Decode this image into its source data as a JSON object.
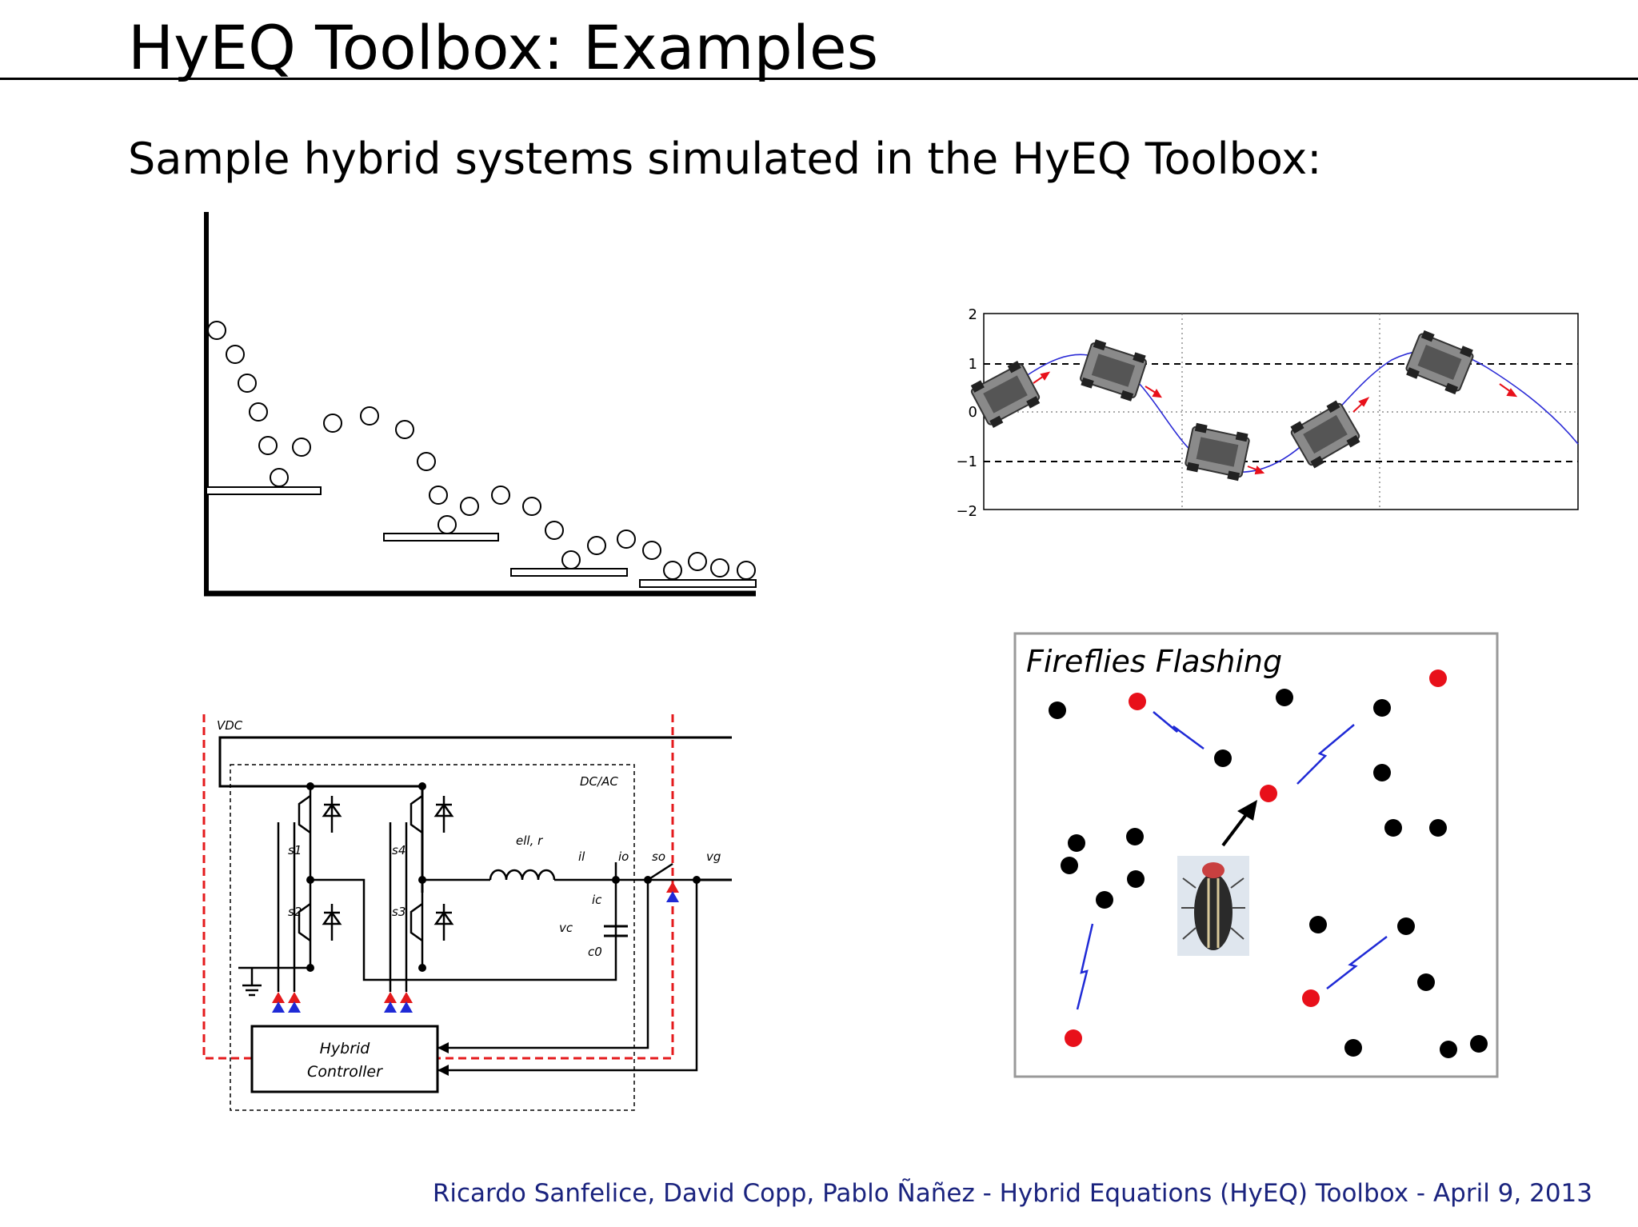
{
  "slide": {
    "title": "HyEQ Toolbox: Examples",
    "subtitle": "Sample hybrid systems simulated in the HyEQ Toolbox:",
    "footer": "Ricardo Sanfelice, David Copp, Pablo Ñañez - Hybrid Equations (HyEQ) Toolbox  - April 9, 2013"
  },
  "vehicle_plot": {
    "y_ticks": [
      "2",
      "1",
      "0",
      "−1",
      "−2"
    ]
  },
  "inverter": {
    "labels": {
      "vdc": "VDC",
      "dcac": "DC/AC",
      "s1": "s1",
      "s2": "s2",
      "s3": "s3",
      "s4": "s4",
      "ell_r": "ell, r",
      "il": "il",
      "io": "io",
      "so": "so",
      "vg": "vg",
      "ic": "ic",
      "vc": "vc",
      "c0": "c0"
    },
    "controller_line1": "Hybrid",
    "controller_line2": "Controller"
  },
  "fireflies": {
    "title": "Fireflies Flashing"
  },
  "colors": {
    "footer_text": "#1a237e",
    "feedback_red": "#e41a1c",
    "signal_blue": "#1f2ad6",
    "firefly_red": "#e8101a",
    "trajectory_blue": "#2b2bd6"
  }
}
